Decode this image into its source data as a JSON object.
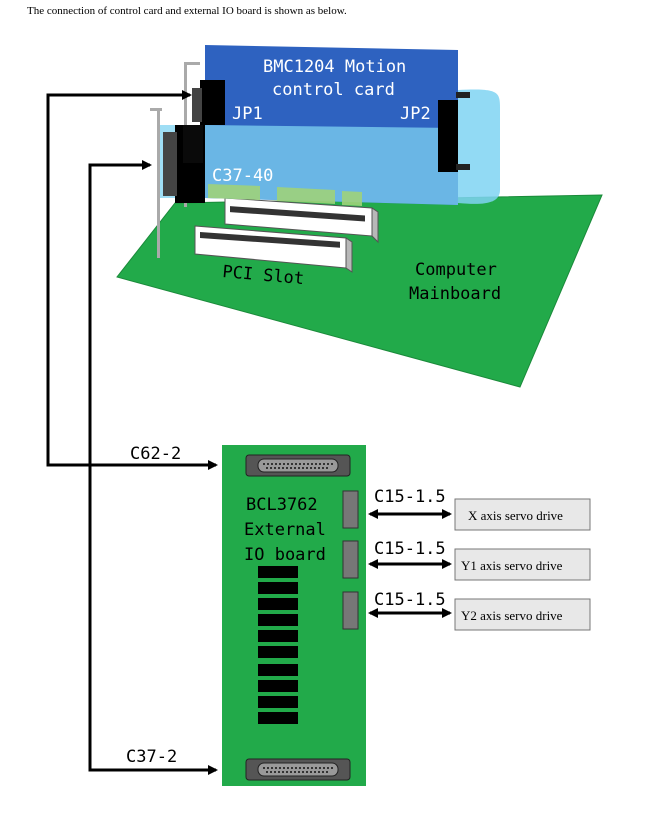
{
  "caption": "The connection of control card and external IO board is shown as below.",
  "motion_card": {
    "title_line1": "BMC1204 Motion",
    "title_line2": "control card",
    "jp1": "JP1",
    "jp2": "JP2",
    "cable_c37_40": "C37-40"
  },
  "mainboard": {
    "pci_slot": "PCI Slot",
    "label_line1": "Computer",
    "label_line2": "Mainboard"
  },
  "io_board": {
    "label_line1": "BCL3762",
    "label_line2": "External",
    "label_line3": "IO board"
  },
  "cables": {
    "c62_2": "C62-2",
    "c37_2": "C37-2",
    "c15_x": "C15-1.5",
    "c15_y1": "C15-1.5",
    "c15_y2": "C15-1.5"
  },
  "servo_drives": {
    "x": "X axis servo drive",
    "y1": "Y1  axis servo drive",
    "y2": "Y2  axis servo drive"
  },
  "colors": {
    "card_blue": "#2e62c0",
    "card_light_blue": "#7fd3f2",
    "board_green": "#22aa4a",
    "box_gray": "#e8e8e8"
  }
}
